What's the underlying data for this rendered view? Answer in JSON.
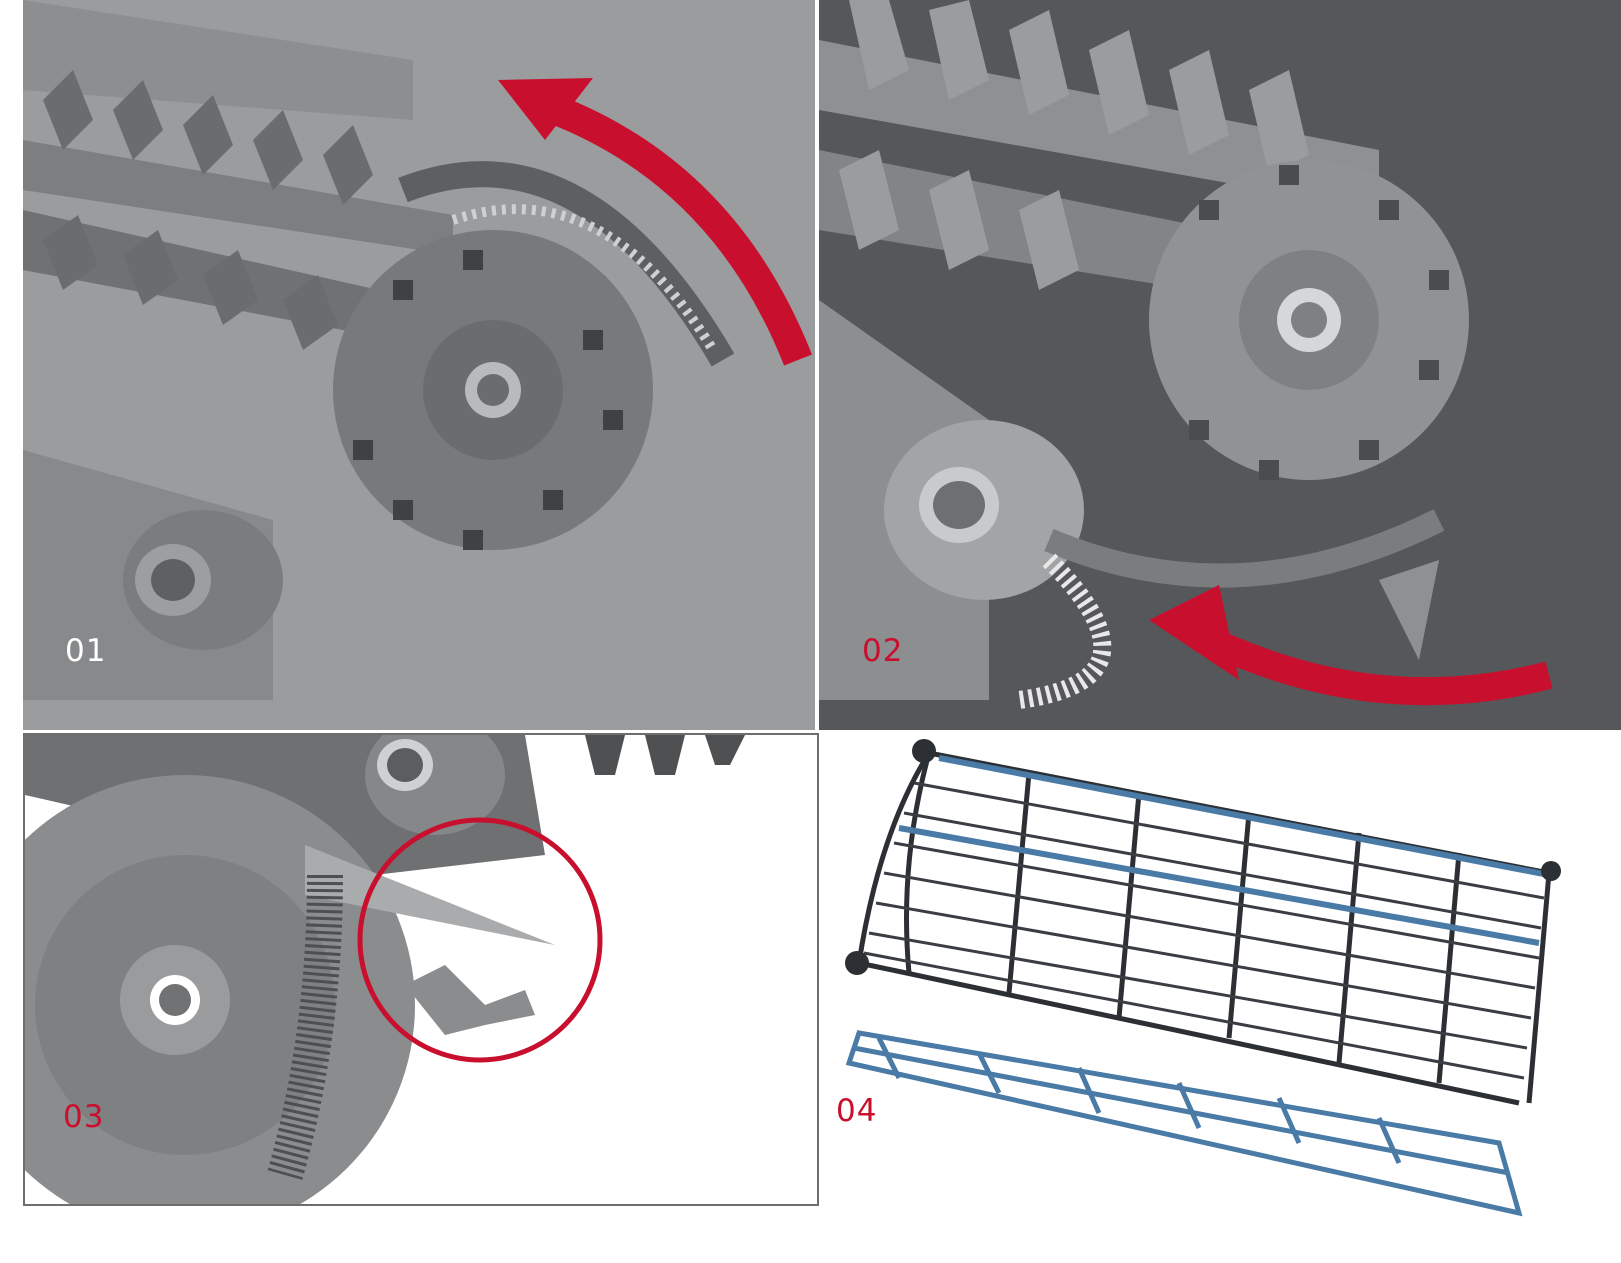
{
  "panels": [
    {
      "number": "01",
      "number_color": "#ffffff",
      "background": "#9a9c9e",
      "content": "threshing-rotor-concave-rotated-up"
    },
    {
      "number": "02",
      "number_color": "#c8102e",
      "background": "#55575b",
      "content": "threshing-rotor-concave-rotated-down"
    },
    {
      "number": "03",
      "number_color": "#c8102e",
      "background": "#ffffff",
      "content": "concave-adjustment-detail"
    },
    {
      "number": "04",
      "number_color": "#c8102e",
      "background": "#ffffff",
      "content": "concave-grate-assembly"
    }
  ],
  "colors": {
    "accent": "#c8102e",
    "grate_blue": "#4a7aa6"
  }
}
